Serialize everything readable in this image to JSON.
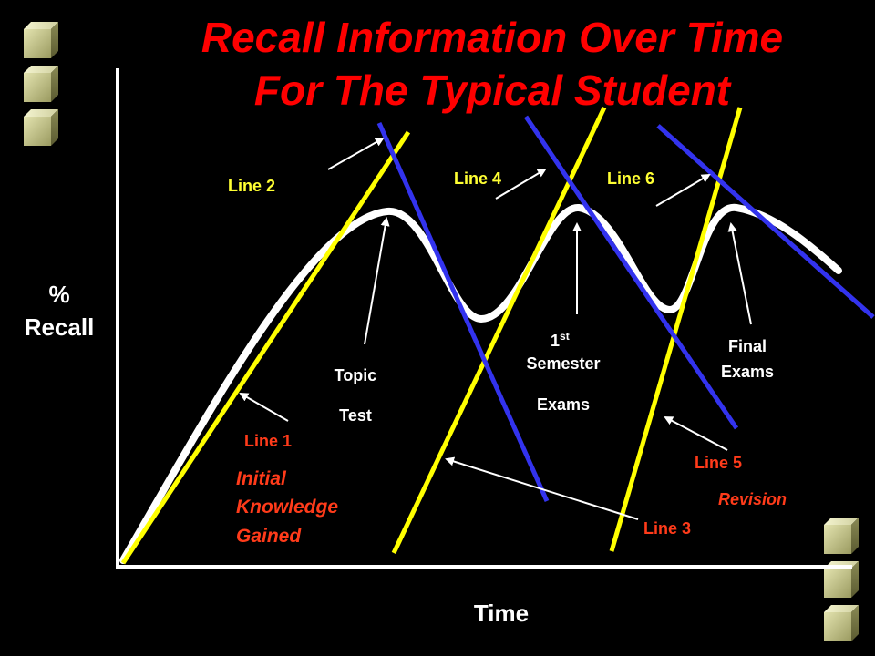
{
  "title": {
    "line1": "Recall Information Over Time",
    "line2": "For The Typical Student"
  },
  "axes": {
    "y_label_line1": "%",
    "y_label_line2": "Recall",
    "x_label": "Time"
  },
  "labels": {
    "line1": "Line 1",
    "line2": "Line 2",
    "line3": "Line 3",
    "line4": "Line 4",
    "line5": "Line 5",
    "line6": "Line 6",
    "initial_1": "Initial",
    "initial_2": "Knowledge",
    "initial_3": "Gained",
    "topic_1": "Topic",
    "topic_2": "Test",
    "semester_base": "1",
    "semester_sup": "st",
    "semester_2": "Semester",
    "semester_3": "Exams",
    "final_1": "Final",
    "final_2": "Exams",
    "revision": "Revision"
  },
  "colors": {
    "background": "#000000",
    "title": "#ff0000",
    "curve": "#ffffff",
    "rising_line": "#ffff00",
    "falling_line": "#3333ee",
    "label_red": "#ff3b1a",
    "label_yellow": "#ffff33",
    "cube_face": "#c8c890"
  }
}
